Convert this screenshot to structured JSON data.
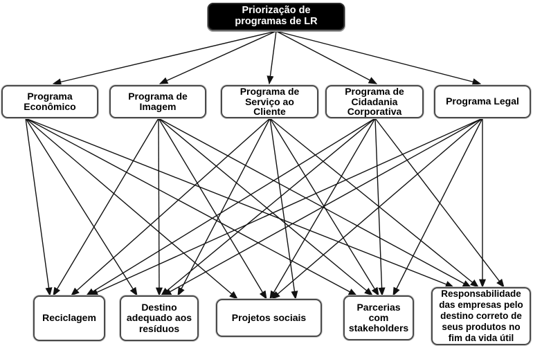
{
  "colors": {
    "root_bg": "#000000",
    "root_text": "#ffffff",
    "node_bg": "#ffffff",
    "node_border": "#4a4a4a",
    "arrow": "#111111"
  },
  "diagram": {
    "type": "hierarchy-network",
    "root": {
      "id": "priorizacao",
      "label": "Priorização de\nprogramas de LR"
    },
    "programs": [
      {
        "id": "programa-economico",
        "label": "Programa\nEconômico"
      },
      {
        "id": "programa-imagem",
        "label": "Programa de\nImagem"
      },
      {
        "id": "programa-servico-cliente",
        "label": "Programa de\nServiço ao\nCliente"
      },
      {
        "id": "programa-cidadania",
        "label": "Programa de\nCidadania\nCorporativa"
      },
      {
        "id": "programa-legal",
        "label": "Programa Legal"
      }
    ],
    "actions": [
      {
        "id": "reciclagem",
        "label": "Reciclagem"
      },
      {
        "id": "destino-residuos",
        "label": "Destino\nadequado aos\nresíduos"
      },
      {
        "id": "projetos-sociais",
        "label": "Projetos sociais"
      },
      {
        "id": "parcerias-stakeholders",
        "label": "Parcerias\ncom\nstakeholders"
      },
      {
        "id": "responsabilidade-empresas",
        "label": "Responsabilidade\ndas empresas pelo\ndestino correto de\nseus produtos no\nfim da vida útil"
      }
    ],
    "edges": [
      {
        "from": "priorizacao",
        "to": "programa-economico"
      },
      {
        "from": "priorizacao",
        "to": "programa-imagem"
      },
      {
        "from": "priorizacao",
        "to": "programa-servico-cliente"
      },
      {
        "from": "priorizacao",
        "to": "programa-cidadania"
      },
      {
        "from": "priorizacao",
        "to": "programa-legal"
      },
      {
        "from": "programa-economico",
        "to": "reciclagem"
      },
      {
        "from": "programa-economico",
        "to": "destino-residuos"
      },
      {
        "from": "programa-economico",
        "to": "projetos-sociais"
      },
      {
        "from": "programa-economico",
        "to": "parcerias-stakeholders"
      },
      {
        "from": "programa-economico",
        "to": "responsabilidade-empresas"
      },
      {
        "from": "programa-imagem",
        "to": "reciclagem"
      },
      {
        "from": "programa-imagem",
        "to": "destino-residuos"
      },
      {
        "from": "programa-imagem",
        "to": "projetos-sociais"
      },
      {
        "from": "programa-imagem",
        "to": "parcerias-stakeholders"
      },
      {
        "from": "programa-imagem",
        "to": "responsabilidade-empresas"
      },
      {
        "from": "programa-servico-cliente",
        "to": "reciclagem"
      },
      {
        "from": "programa-servico-cliente",
        "to": "destino-residuos"
      },
      {
        "from": "programa-servico-cliente",
        "to": "projetos-sociais"
      },
      {
        "from": "programa-servico-cliente",
        "to": "parcerias-stakeholders"
      },
      {
        "from": "programa-servico-cliente",
        "to": "responsabilidade-empresas"
      },
      {
        "from": "programa-cidadania",
        "to": "reciclagem"
      },
      {
        "from": "programa-cidadania",
        "to": "destino-residuos"
      },
      {
        "from": "programa-cidadania",
        "to": "projetos-sociais"
      },
      {
        "from": "programa-cidadania",
        "to": "parcerias-stakeholders"
      },
      {
        "from": "programa-cidadania",
        "to": "responsabilidade-empresas"
      },
      {
        "from": "programa-legal",
        "to": "reciclagem"
      },
      {
        "from": "programa-legal",
        "to": "destino-residuos"
      },
      {
        "from": "programa-legal",
        "to": "projetos-sociais"
      },
      {
        "from": "programa-legal",
        "to": "parcerias-stakeholders"
      },
      {
        "from": "programa-legal",
        "to": "responsabilidade-empresas"
      }
    ]
  }
}
